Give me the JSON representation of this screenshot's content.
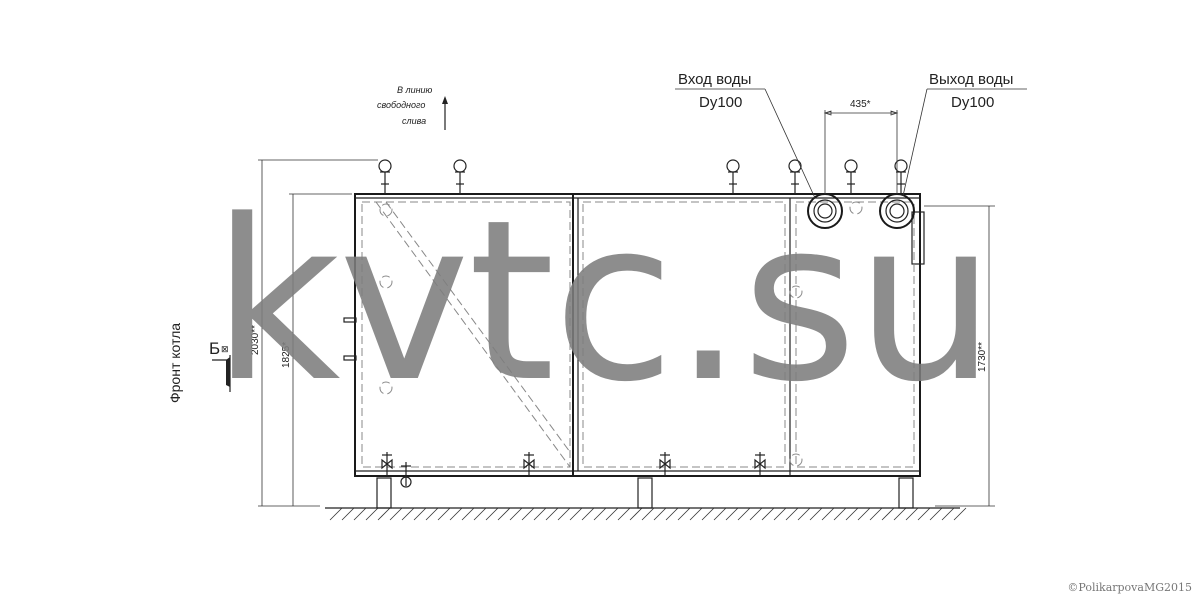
{
  "labels": {
    "drain": [
      "В линию",
      "свободного",
      "слива"
    ],
    "water_in": "Вход воды",
    "water_in_dn": "Dy100",
    "water_out": "Выход воды",
    "water_out_dn": "Dy100",
    "dim_435": "435*",
    "dim_2030": "2030**",
    "dim_1825": "1825*",
    "dim_1730": "1730**",
    "boiler_front": "Фронт котла",
    "section_letter": "Б",
    "section_mark": "⊠"
  },
  "watermark": "kvtc.su",
  "copyright": "©PolikarpovaMG2015"
}
